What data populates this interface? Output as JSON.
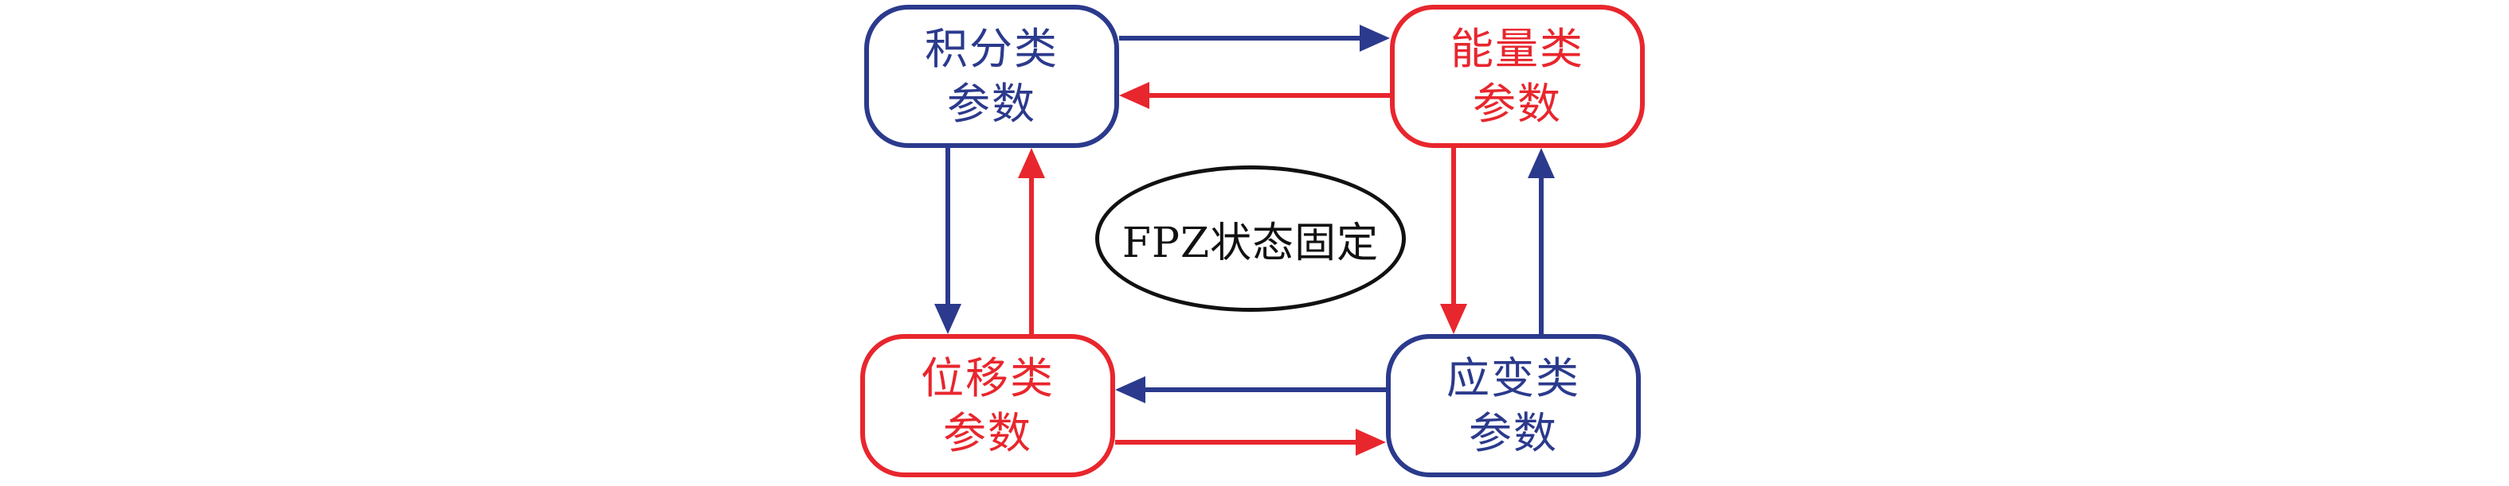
{
  "diagram": {
    "center_label": "FPZ状态固定",
    "nodes": {
      "top_left": {
        "line1": "积分类",
        "line2": "参数",
        "color": "blue"
      },
      "top_right": {
        "line1": "能量类",
        "line2": "参数",
        "color": "red"
      },
      "bottom_left": {
        "line1": "位移类",
        "line2": "参数",
        "color": "red"
      },
      "bottom_right": {
        "line1": "应变类",
        "line2": "参数",
        "color": "blue"
      }
    },
    "arrows": [
      {
        "name": "top-forward",
        "from": "top_left",
        "to": "top_right",
        "color": "blue"
      },
      {
        "name": "top-back",
        "from": "top_right",
        "to": "top_left",
        "color": "red"
      },
      {
        "name": "left-down",
        "from": "top_left",
        "to": "bottom_left",
        "color": "blue"
      },
      {
        "name": "left-up",
        "from": "bottom_left",
        "to": "top_left",
        "color": "red"
      },
      {
        "name": "right-down",
        "from": "top_right",
        "to": "bottom_right",
        "color": "red"
      },
      {
        "name": "right-up",
        "from": "bottom_right",
        "to": "top_right",
        "color": "blue"
      },
      {
        "name": "bottom-back",
        "from": "bottom_right",
        "to": "bottom_left",
        "color": "blue"
      },
      {
        "name": "bottom-forward",
        "from": "bottom_left",
        "to": "bottom_right",
        "color": "red"
      }
    ],
    "colors": {
      "blue": "#2b3a8c",
      "red": "#e8262d",
      "black": "#111111"
    }
  }
}
